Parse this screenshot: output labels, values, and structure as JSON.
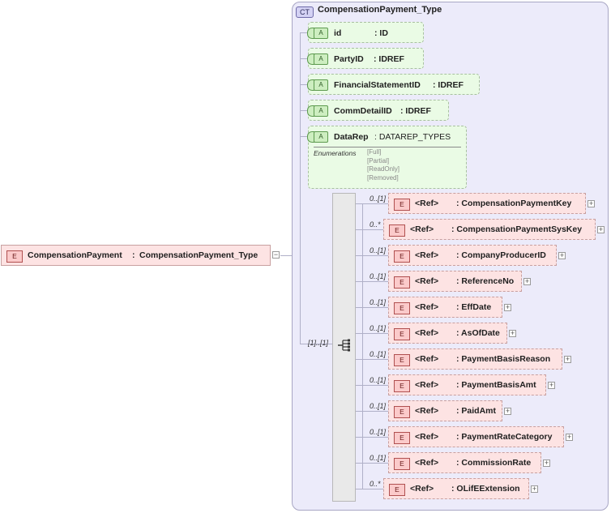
{
  "root": {
    "badge": "E",
    "name": "CompensationPayment",
    "sep": ":",
    "type": "CompensationPayment_Type"
  },
  "complex_type": {
    "badge": "CT",
    "name": "CompensationPayment_Type"
  },
  "attributes": [
    {
      "badge": "A",
      "name": "id",
      "type": ": ID"
    },
    {
      "badge": "A",
      "name": "PartyID",
      "type": ": IDREF"
    },
    {
      "badge": "A",
      "name": "FinancialStatementID",
      "type": ": IDREF"
    },
    {
      "badge": "A",
      "name": "CommDetailID",
      "type": ": IDREF"
    },
    {
      "badge": "A",
      "name": "DataRep",
      "type": ": DATAREP_TYPES"
    }
  ],
  "enumerations": {
    "label": "Enumerations",
    "values": [
      "[Full]",
      "[Partial]",
      "[ReadOnly]",
      "[Removed]"
    ]
  },
  "sequence": {
    "occurrence": "[1]..[1]"
  },
  "elements": [
    {
      "occ": "0..[1]",
      "badge": "E",
      "ref": "<Ref>",
      "name": ": CompensationPaymentKey"
    },
    {
      "occ": "0..*",
      "badge": "E",
      "ref": "<Ref>",
      "name": ": CompensationPaymentSysKey"
    },
    {
      "occ": "0..[1]",
      "badge": "E",
      "ref": "<Ref>",
      "name": ": CompanyProducerID"
    },
    {
      "occ": "0..[1]",
      "badge": "E",
      "ref": "<Ref>",
      "name": ": ReferenceNo"
    },
    {
      "occ": "0..[1]",
      "badge": "E",
      "ref": "<Ref>",
      "name": ": EffDate"
    },
    {
      "occ": "0..[1]",
      "badge": "E",
      "ref": "<Ref>",
      "name": ": AsOfDate"
    },
    {
      "occ": "0..[1]",
      "badge": "E",
      "ref": "<Ref>",
      "name": ": PaymentBasisReason"
    },
    {
      "occ": "0..[1]",
      "badge": "E",
      "ref": "<Ref>",
      "name": ": PaymentBasisAmt"
    },
    {
      "occ": "0..[1]",
      "badge": "E",
      "ref": "<Ref>",
      "name": ": PaidAmt"
    },
    {
      "occ": "0..[1]",
      "badge": "E",
      "ref": "<Ref>",
      "name": ": PaymentRateCategory"
    },
    {
      "occ": "0..[1]",
      "badge": "E",
      "ref": "<Ref>",
      "name": ": CommissionRate"
    },
    {
      "occ": "0..*",
      "badge": "E",
      "ref": "<Ref>",
      "name": ": OLifEExtension"
    }
  ],
  "expand_symbol": "+",
  "collapse_symbol": "−"
}
